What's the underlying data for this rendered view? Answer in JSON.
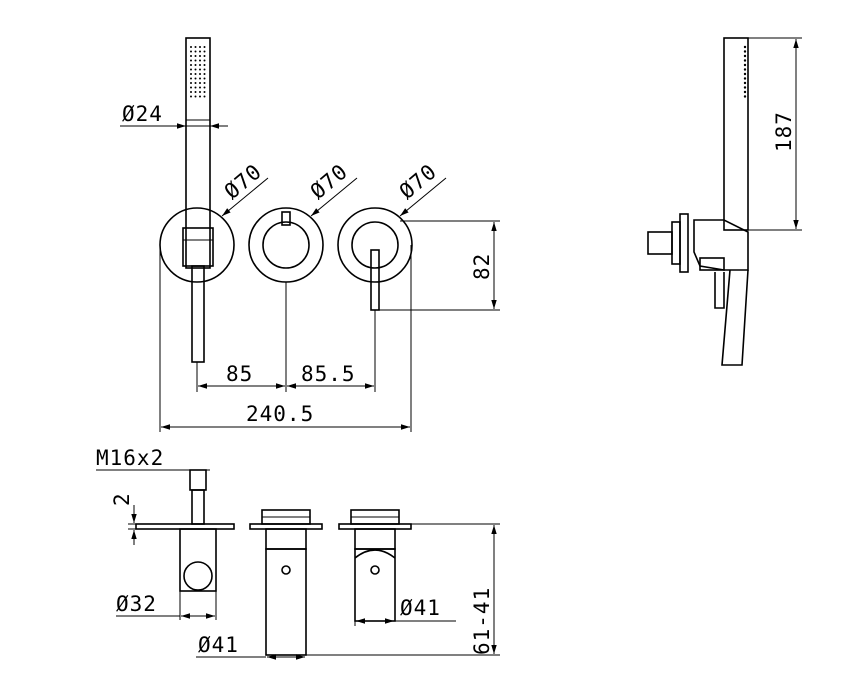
{
  "dimensions": {
    "handshower_dia": "Ø24",
    "plate_dia_1": "Ø70",
    "plate_dia_2": "Ø70",
    "plate_dia_3": "Ø70",
    "height_82": "82",
    "height_187": "187",
    "spacing_85": "85",
    "spacing_85_5": "85.5",
    "total_240_5": "240.5",
    "thread": "M16x2",
    "depth_2": "2",
    "dia_32": "Ø32",
    "dia_41_a": "Ø41",
    "dia_41_b": "Ø41",
    "range_61_41": "61-41"
  }
}
